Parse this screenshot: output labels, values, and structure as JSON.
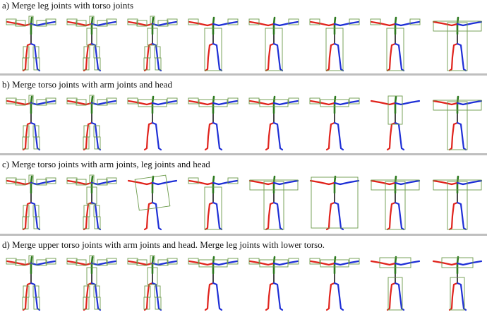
{
  "colors": {
    "left_limb": "#e0231c",
    "right_limb": "#1e2fd6",
    "spine": "#2d7a1f",
    "box": "#6b9a4a",
    "divider": "#bfbfbf"
  },
  "rows": [
    {
      "title": "a) Merge leg joints with torso joints",
      "frames": [
        {
          "merge": "none"
        },
        {
          "merge": "partial-torso"
        },
        {
          "merge": "partial-torso"
        },
        {
          "merge": "legs-torso"
        },
        {
          "merge": "legs-torso"
        },
        {
          "merge": "legs-torso"
        },
        {
          "merge": "legs-torso"
        },
        {
          "merge": "full"
        }
      ]
    },
    {
      "title": "b) Merge torso joints with arm joints and head",
      "frames": [
        {
          "merge": "none"
        },
        {
          "merge": "none"
        },
        {
          "merge": "arms"
        },
        {
          "merge": "arms"
        },
        {
          "merge": "arms"
        },
        {
          "merge": "arms"
        },
        {
          "merge": "arms-torso"
        },
        {
          "merge": "full"
        }
      ]
    },
    {
      "title": "c) Merge torso joints with arm joints, leg joints and head",
      "frames": [
        {
          "merge": "none"
        },
        {
          "merge": "partial-torso"
        },
        {
          "merge": "tilted"
        },
        {
          "merge": "legs-torso"
        },
        {
          "merge": "full"
        },
        {
          "merge": "full-wide"
        },
        {
          "merge": "full"
        },
        {
          "merge": "full"
        }
      ]
    },
    {
      "title": "d) Merge upper torso joints with arm joints and head. Merge leg joints with lower torso.",
      "frames": [
        {
          "merge": "none"
        },
        {
          "merge": "partial-torso"
        },
        {
          "merge": "partial-torso"
        },
        {
          "merge": "arms"
        },
        {
          "merge": "arms"
        },
        {
          "merge": "arms"
        },
        {
          "merge": "upper-lower"
        },
        {
          "merge": "upper-lower"
        }
      ]
    }
  ]
}
